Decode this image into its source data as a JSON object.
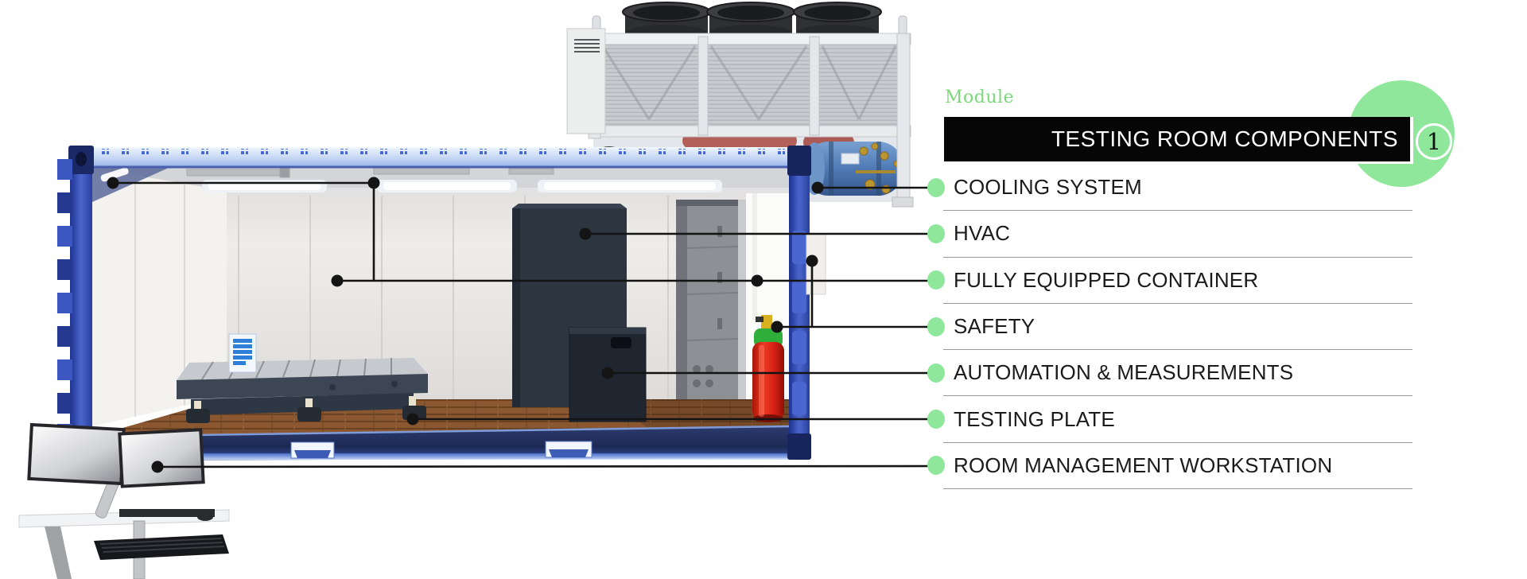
{
  "header": {
    "module_label": "Module",
    "banner_title": "TESTING ROOM COMPONENTS",
    "badge_number": "1"
  },
  "components": [
    "COOLING SYSTEM",
    "HVAC",
    "FULLY EQUIPPED CONTAINER",
    "SAFETY",
    "AUTOMATION & MEASUREMENTS",
    "TESTING PLATE",
    "ROOM MANAGEMENT WORKSTATION"
  ],
  "colors": {
    "accent_green": "#8ee79b",
    "module_text_green": "#7cd879",
    "banner_bg": "#060606",
    "banner_text": "#ffffff",
    "callout_line": "#141414",
    "separator_gray": "#9a9a9a"
  },
  "illustration": {
    "parts": [
      "chiller-unit-with-fans",
      "container-cutaway",
      "ceiling-lights",
      "control-cabinet",
      "measurement-box",
      "testing-plate",
      "fire-extinguisher",
      "safety-panel",
      "coolant-tank",
      "dual-monitor-workstation"
    ]
  }
}
